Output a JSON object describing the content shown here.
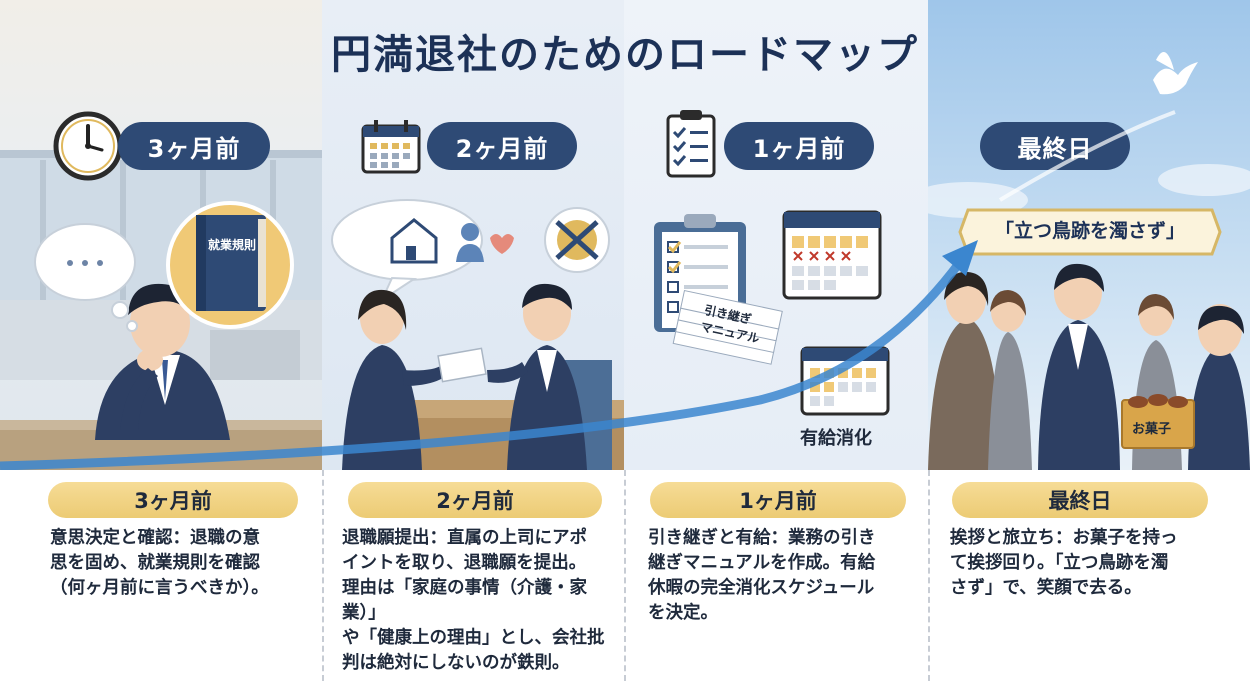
{
  "title": "円満退社のためのロードマップ",
  "colors": {
    "navy": "#2e4a75",
    "gold": "#eccb74",
    "arrow": "#3b86cf"
  },
  "panels": [
    {
      "icon": "clock-icon",
      "heading": "3ヶ月前",
      "book_label": "就業規則",
      "thought_dots": "・・・"
    },
    {
      "icon": "calendar-icon",
      "heading": "2ヶ月前"
    },
    {
      "icon": "checklist-icon",
      "heading": "1ヶ月前",
      "manual_label": "引き継ぎ\nマニュアル",
      "paid_leave_label": "有給消化"
    },
    {
      "heading": "最終日",
      "banner": "「立つ鳥跡を濁さず」",
      "gift_label": "お菓子"
    }
  ],
  "columns": [
    {
      "label": "3ヶ月前",
      "text": "意思決定と確認：退職の意\n思を固め、就業規則を確認\n（何ヶ月前に言うべきか）。"
    },
    {
      "label": "2ヶ月前",
      "text": "退職願提出：直属の上司にアポ\nイントを取り、退職願を提出。\n理由は「家庭の事情（介護・家業）」\nや「健康上の理由」とし、会社批\n判は絶対にしないのが鉄則。"
    },
    {
      "label": "1ヶ月前",
      "text": "引き継ぎと有給：業務の引き\n継ぎマニュアルを作成。有給\n休暇の完全消化スケジュール\nを決定。"
    },
    {
      "label": "最終日",
      "text": "挨拶と旅立ち：お菓子を持っ\nて挨拶回り。「立つ鳥跡を濁\nさず」で、笑顔で去る。"
    }
  ]
}
